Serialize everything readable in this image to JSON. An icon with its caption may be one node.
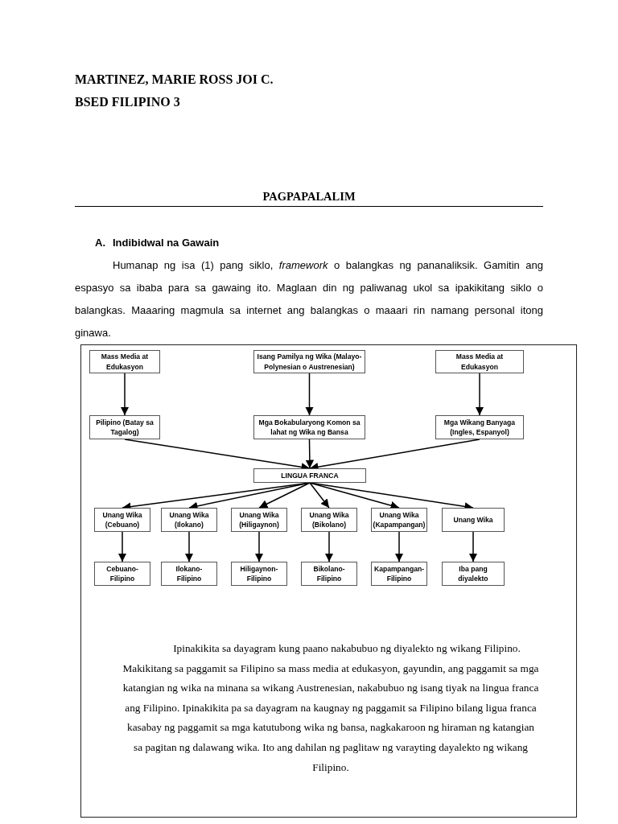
{
  "diagram": {
    "title": "PAGPAPALALIM",
    "nodes": [
      {
        "text": [
          "Ipinakikita sa dayagram kung paano nakabubuo ng diyalekto ng wikang Filipino. Makikitang sa paggamit sa Filipino sa mass media at edukasyon, gayundin, ang paggamit sa mga katangian ng wika na minana sa wikang Austrenesian, nakabubuo ng isang tiyak na lingua franca ang Filipino. Ipinakikita pa sa dayagram na kaugnay ng paggamit sa Filipino bilang ligua franca kasabay ng paggamit sa mga katutubong wika ng bansa, nagkakaroon ng hiraman ng katangian sa pagitan ng dalawang wika. Ito ang dahilan ng paglitaw ng varayting dayalekto ng wikang Filipino."
        ]
      },
      {
        "text": [
          "Mass Media at Edukasyon"
        ],
        "in": 0
      },
      {
        "text": [
          "Isang Pamilya ng Wika (Malayo-Polynesian o Austrenesian)"
        ],
        "in": 0
      },
      {
        "text": [
          "Mass Media at Edukasyon"
        ],
        "in": 0
      },
      {
        "text": [
          "Pilipino (Batay sa Tagalog)"
        ],
        "in": 0
      },
      {
        "text": [
          "Mga Bokabularyong Komon  sa lahat ng Wika ng Bansa"
        ],
        "in": 0
      },
      {
        "text": [
          "Mga Wikang Banyaga (Ingles, Espanyol)"
        ],
        "in": 0
      },
      {
        "text": [
          "LINGUA FRANCA"
        ],
        "in": 0
      },
      {
        "text": [
          "Unang Wika (Cebuano)"
        ],
        "in": 0
      },
      {
        "text": [
          "Unang Wika (Ilokano)"
        ],
        "in": 0
      },
      {
        "text": [
          "Unang Wika (Hiligaynon)"
        ],
        "in": 0
      },
      {
        "text": [
          "Unang Wika (Bikolano)"
        ],
        "in": 0
      },
      {
        "text": [
          "Unang Wika (Kapampangan)"
        ],
        "in": 0
      },
      {
        "text": [
          "Unang Wika"
        ],
        "in": 0
      },
      {
        "text": [
          "Cebuano-Filipino"
        ],
        "in": 0
      },
      {
        "text": [
          "Ilokano-Filipino"
        ],
        "in": 0
      },
      {
        "text": [
          "Hiligaynon-Filipino"
        ],
        "in": 0
      },
      {
        "text": [
          "Bikolano-Filipino"
        ],
        "in": 0
      },
      {
        "text": [
          "Kapampangan-Filipino"
        ],
        "in": 0
      },
      {
        "text": [
          "Iba pang diyalekto"
        ],
        "in": 0
      }
    ],
    "edges": [
      {
        "from": 1,
        "to": 4,
        "arrow": "to"
      },
      {
        "from": 2,
        "to": 5,
        "arrow": "to"
      },
      {
        "from": 3,
        "to": 6,
        "arrow": "to"
      },
      {
        "from": 4,
        "to": 7,
        "arrow": "to"
      },
      {
        "from": 5,
        "to": 7,
        "arrow": "to"
      },
      {
        "from": 6,
        "to": 7,
        "arrow": "to"
      },
      {
        "from": 7,
        "to": 8,
        "arrow": "to"
      },
      {
        "from": 7,
        "to": 9,
        "arrow": "to"
      },
      {
        "from": 7,
        "to": 10,
        "arrow": "to"
      },
      {
        "from": 7,
        "to": 11,
        "arrow": "to"
      },
      {
        "from": 7,
        "to": 12,
        "arrow": "to"
      },
      {
        "from": 7,
        "to": 13,
        "arrow": "to"
      },
      {
        "from": 8,
        "to": 14,
        "arrow": "to"
      },
      {
        "from": 9,
        "to": 15,
        "arrow": "to"
      },
      {
        "from": 10,
        "to": 16,
        "arrow": "to"
      },
      {
        "from": 11,
        "to": 17,
        "arrow": "to"
      },
      {
        "from": 12,
        "to": 18,
        "arrow": "to"
      },
      {
        "from": 13,
        "to": 19,
        "arrow": "to"
      }
    ],
    "labels": [
      "MARTINEZ, MARIE ROSS JOI C.",
      "BSED FILIPINO 3",
      "A.",
      "Indibidwal na Gawain",
      "Humanap ng isa (1) pang siklo, *framework* o balangkas ng pananaliksik. Gamitin ang espasyo sa ibaba para sa gawaing ito. Maglaan din ng paliwanag ukol sa ipakikitang siklo o balangkas. Maaaring magmula sa internet ang balangkas o maaari rin namang personal itong ginawa."
    ]
  }
}
